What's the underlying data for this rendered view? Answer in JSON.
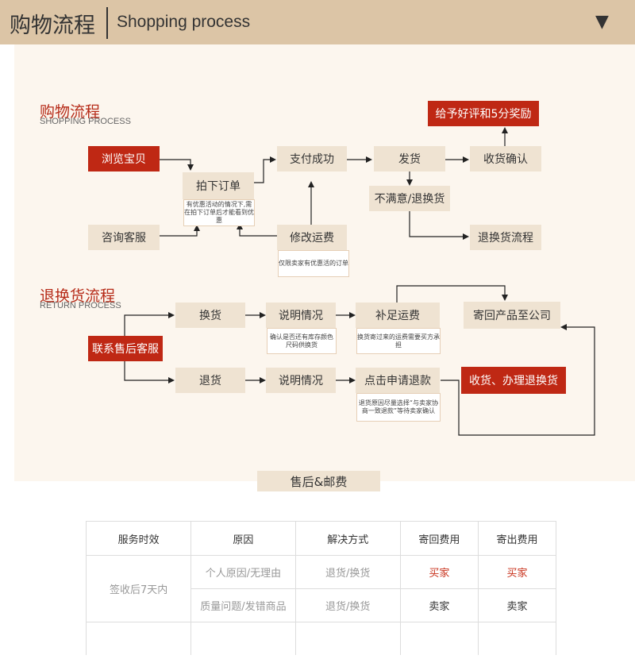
{
  "header": {
    "title_cn": "购物流程",
    "title_en": "Shopping process",
    "toggle": "▼"
  },
  "shopping": {
    "title": "购物流程",
    "subtitle": "SHOPPING PROCESS",
    "browse": "浏览宝贝",
    "order": "拍下订单",
    "order_note": "有优惠活动的情况下,需在拍下订单后才能看到优惠",
    "consult": "咨询客服",
    "pay": "支付成功",
    "modify": "修改运费",
    "modify_note": "仅限卖家有优惠活的订单",
    "ship": "发货",
    "unsatisfied": "不满意/退换货",
    "return_flow": "退换货流程",
    "confirm": "收货确认",
    "reward": "给予好评和5分奖励"
  },
  "returns": {
    "title": "退换货流程",
    "subtitle": "RETURN PROCESS",
    "contact": "联系售后客服",
    "exchange": "换货",
    "explain1": "说明情况",
    "explain1_note": "确认是否还有库存颜色尺码供换货",
    "supplement": "补足运费",
    "supplement_note": "换货寄过来的运费需要买方承担",
    "send_back": "寄回产品至公司",
    "receive": "收货、办理退换货",
    "refund": "退货",
    "explain2": "说明情况",
    "apply": "点击申请退款",
    "apply_note": "退货原因尽量选择“与卖家协商一致退款”等待卖家确认"
  },
  "aftersale": {
    "label": "售后&邮费",
    "headers": [
      "服务时效",
      "原因",
      "解决方式",
      "寄回费用",
      "寄出费用"
    ],
    "period": "签收后7天内",
    "rows": [
      {
        "reason": "个人原因/无理由",
        "solution": "退货/换货",
        "return_fee": "买家",
        "send_fee": "买家"
      },
      {
        "reason": "质量问题/发错商品",
        "solution": "退货/换货",
        "return_fee": "卖家",
        "send_fee": "卖家"
      }
    ]
  }
}
